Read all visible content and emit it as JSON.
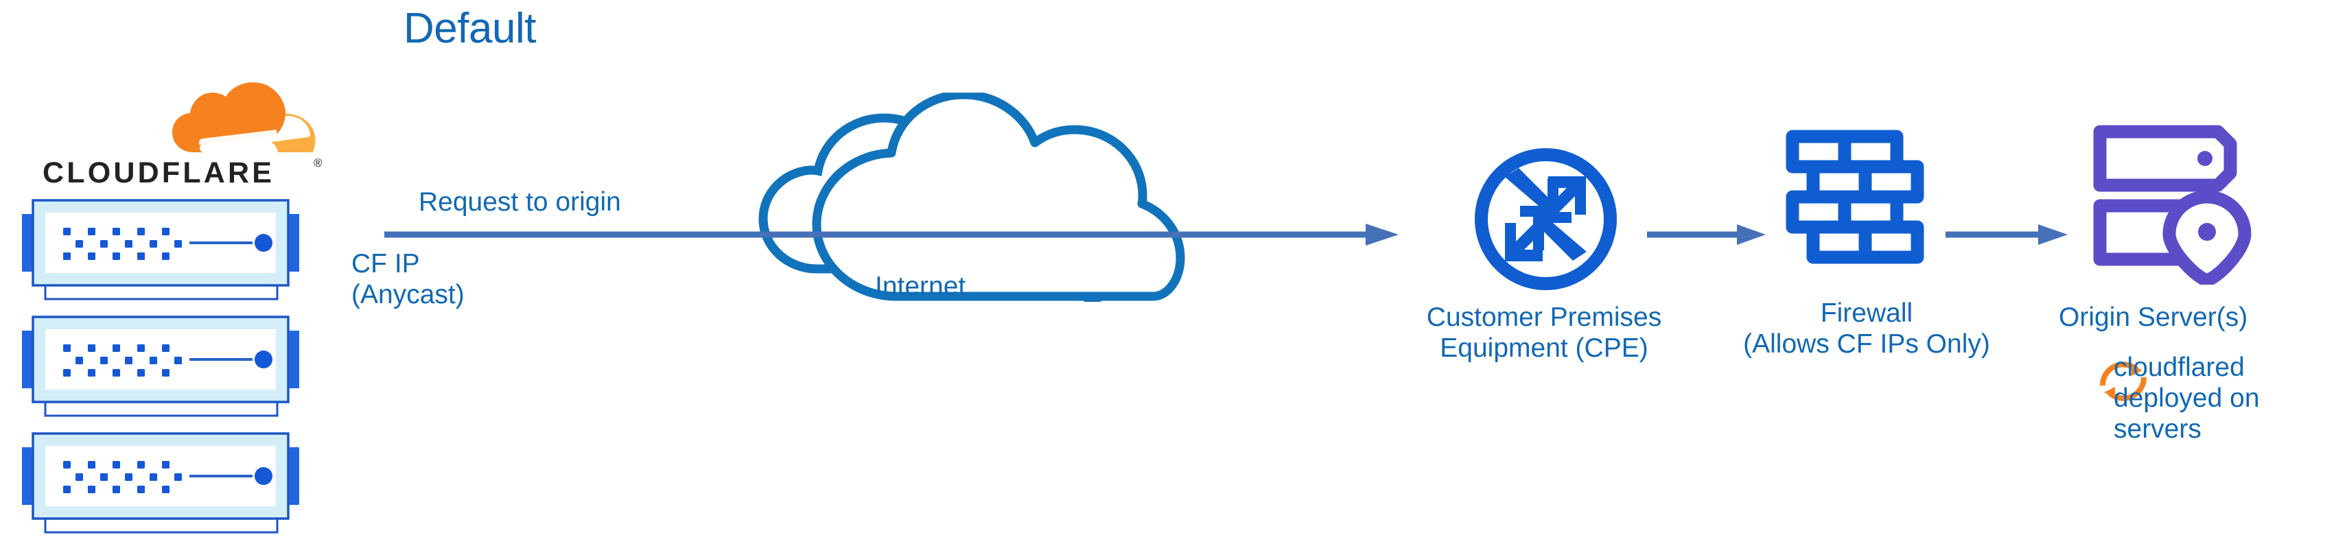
{
  "diagram": {
    "title": "Default",
    "type": "network-architecture-flow",
    "brand": {
      "name": "CLOUDFLARE",
      "registered_mark": "®",
      "logo_icon": "cloudflare-cloud-logo",
      "orange_primary": "#F6821F",
      "orange_secondary": "#FBAD41"
    },
    "colors": {
      "title_blue": "#1268b3",
      "label_blue": "#1268b3",
      "arrow_blue": "#4571b9",
      "icon_blue": "#0f5dd1",
      "cloud_outline_blue": "#1173bb",
      "server_purple": "#5b4dc8",
      "server_light_fill": "#ddeef7",
      "wordmark_black": "#232323"
    },
    "labels": {
      "request_to_origin": "Request to origin",
      "cf_ip": "CF IP\n(Anycast)",
      "internet": "Internet",
      "cpe": "Customer Premises\nEquipment (CPE)",
      "firewall": "Firewall\n(Allows CF IPs Only)",
      "origin_server": "Origin Server(s)",
      "cloudflared": "cloudflared\ndeployed on\nservers"
    },
    "nodes": [
      {
        "id": "cloudflare-edge",
        "label": "CLOUDFLARE",
        "icon": "cloudflare-logo",
        "sublabel": "CF IP\n(Anycast)"
      },
      {
        "id": "internet",
        "label": "Internet",
        "icon": "cloud-outline-icon"
      },
      {
        "id": "cpe",
        "label": "Customer Premises\nEquipment (CPE)",
        "icon": "router-icon"
      },
      {
        "id": "firewall",
        "label": "Firewall\n(Allows CF IPs Only)",
        "icon": "brick-wall-icon"
      },
      {
        "id": "origin",
        "label": "Origin Server(s)",
        "icon": "server-pin-icon",
        "note": "cloudflared\ndeployed on\nservers",
        "note_icon": "sync-arrows-icon"
      }
    ],
    "edges": [
      {
        "from": "cloudflare-edge",
        "to": "cpe",
        "label": "Request to origin",
        "style": "arrow"
      },
      {
        "from": "cpe",
        "to": "firewall",
        "label": "",
        "style": "arrow"
      },
      {
        "from": "firewall",
        "to": "origin",
        "label": "",
        "style": "arrow"
      }
    ],
    "server_stack": {
      "count": 3,
      "icon": "rack-server-icon"
    }
  }
}
